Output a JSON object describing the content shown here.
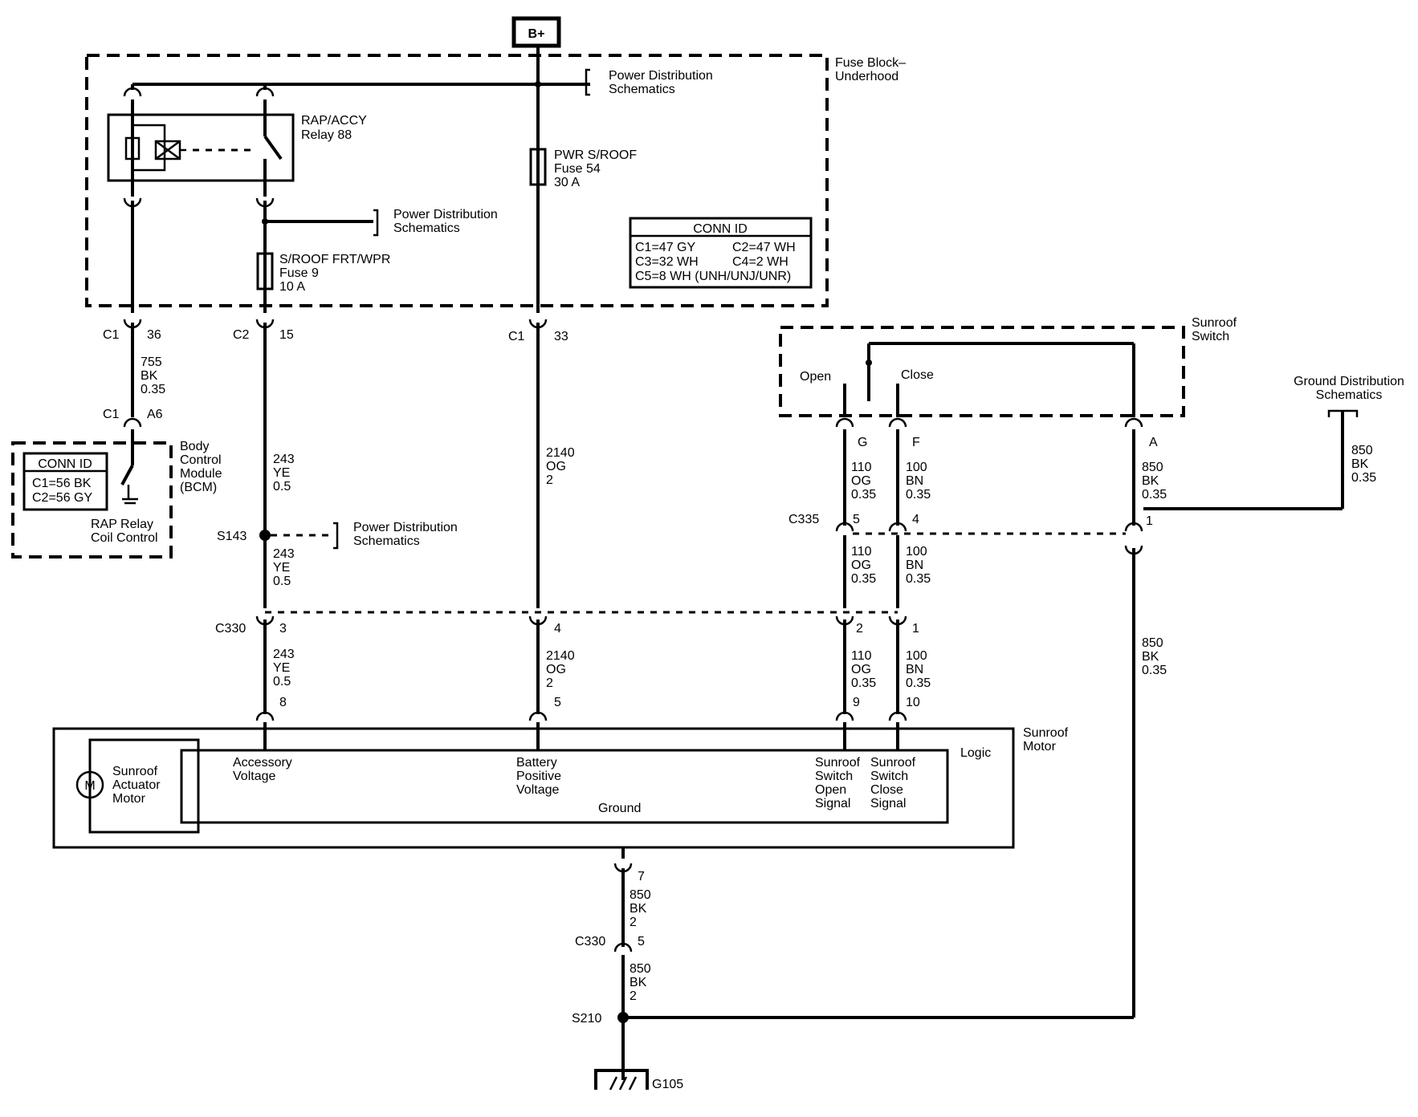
{
  "bplus": "B+",
  "fuse_block": {
    "line1": "Fuse Block–",
    "line2": "Underhood"
  },
  "power_dist": {
    "line1": "Power Distribution",
    "line2": "Schematics"
  },
  "relay": {
    "line1": "RAP/ACCY",
    "line2": "Relay 88"
  },
  "fuse54": {
    "line1": "PWR S/ROOF",
    "line2": "Fuse 54",
    "line3": "30 A"
  },
  "fuse9": {
    "line1": "S/ROOF FRT/WPR",
    "line2": "Fuse 9",
    "line3": "10 A"
  },
  "conn_id_fuse": {
    "title": "CONN ID",
    "r1a": "C1=47 GY",
    "r1b": "C2=47 WH",
    "r2a": "C3=32 WH",
    "r2b": "C4=2 WH",
    "r3": "C5=8 WH (UNH/UNJ/UNR)"
  },
  "conn_id_bcm": {
    "title": "CONN ID",
    "r1": "C1=56 BK",
    "r2": "C2=56 GY"
  },
  "bcm": {
    "l1": "Body",
    "l2": "Control",
    "l3": "Module",
    "l4": "(BCM)",
    "coil1": "RAP Relay",
    "coil2": "Coil Control"
  },
  "sunroof_switch": {
    "l1": "Sunroof",
    "l2": "Switch",
    "open": "Open",
    "close": "Close"
  },
  "ground_dist": {
    "l1": "Ground Distribution",
    "l2": "Schematics"
  },
  "connectors": {
    "c1": "C1",
    "c2": "C2",
    "c330": "C330",
    "c335": "C335",
    "s143": "S143",
    "s210": "S210",
    "g105": "G105"
  },
  "pins": {
    "p36": "36",
    "p15": "15",
    "p33": "33",
    "pA6": "A6",
    "p3": "3",
    "p4": "4",
    "p2": "2",
    "p1": "1",
    "p8": "8",
    "p5": "5",
    "p9": "9",
    "p10": "10",
    "pG": "G",
    "pF": "F",
    "pA": "A",
    "p5b": "5",
    "p4b": "4",
    "p1b": "1",
    "p7": "7",
    "p5c": "5"
  },
  "wires": {
    "w755": [
      "755",
      "BK",
      "0.35"
    ],
    "w243": [
      "243",
      "YE",
      "0.5"
    ],
    "w2140": [
      "2140",
      "OG",
      "2"
    ],
    "w110": [
      "110",
      "OG",
      "0.35"
    ],
    "w100": [
      "100",
      "BN",
      "0.35"
    ],
    "w850s": [
      "850",
      "BK",
      "0.35"
    ],
    "w850b": [
      "850",
      "BK",
      "2"
    ]
  },
  "motor": {
    "title1": "Sunroof",
    "title2": "Motor",
    "logic": "Logic",
    "m": "M",
    "act1": "Sunroof",
    "act2": "Actuator",
    "act3": "Motor",
    "acc1": "Accessory",
    "acc2": "Voltage",
    "bat1": "Battery",
    "bat2": "Positive",
    "bat3": "Voltage",
    "ground": "Ground",
    "so1": "Sunroof",
    "so2": "Switch",
    "so3": "Open",
    "so4": "Signal",
    "sc1": "Sunroof",
    "sc2": "Switch",
    "sc3": "Close",
    "sc4": "Signal"
  }
}
